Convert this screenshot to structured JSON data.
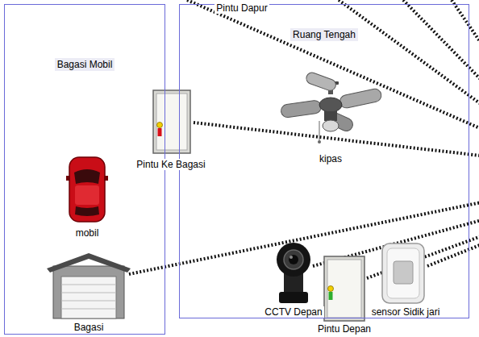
{
  "diagram": {
    "nodes": [
      {
        "text": [
          "Bagasi Mobil"
        ]
      },
      {
        "text": [
          "Ruang Tengah"
        ]
      },
      {
        "text": [
          "Pintu Ke Bagasi"
        ]
      },
      {
        "text": [
          "kipas"
        ],
        "in": 1
      },
      {
        "text": [
          "mobil"
        ],
        "in": 0
      },
      {
        "text": [
          "Bagasi"
        ],
        "in": 0
      },
      {
        "text": [
          "CCTV Depan"
        ],
        "in": 1
      },
      {
        "text": [
          "Pintu Depan"
        ],
        "in": 1
      },
      {
        "text": [
          "sensor Sidik jari"
        ],
        "in": 1
      }
    ],
    "labels": [
      "Pintu Dapur"
    ]
  }
}
